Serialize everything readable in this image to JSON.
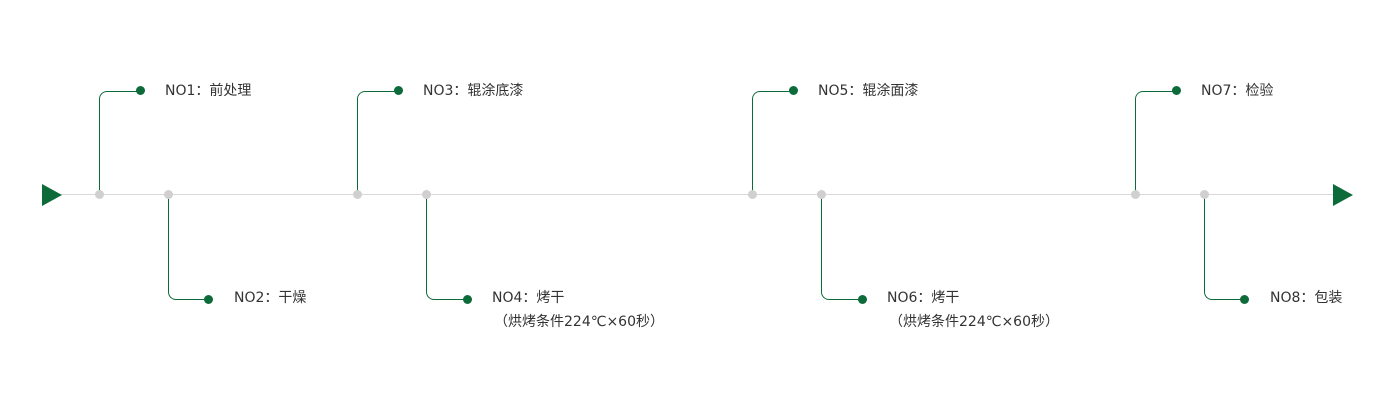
{
  "steps": [
    {
      "label": "NO1：前处理"
    },
    {
      "label": "NO2：干燥"
    },
    {
      "label": "NO3：辊涂底漆"
    },
    {
      "label": "NO4：烤干",
      "note": "（烘烤条件224℃×60秒）"
    },
    {
      "label": "NO5：辊涂面漆"
    },
    {
      "label": "NO6：烤干",
      "note": "（烘烤条件224℃×60秒）"
    },
    {
      "label": "NO7：检验"
    },
    {
      "label": "NO8：包装"
    }
  ],
  "colors": {
    "accent": "#0d6b3a",
    "line": "#d9d9d9",
    "node": "#d0d0d0",
    "text": "#333333"
  }
}
